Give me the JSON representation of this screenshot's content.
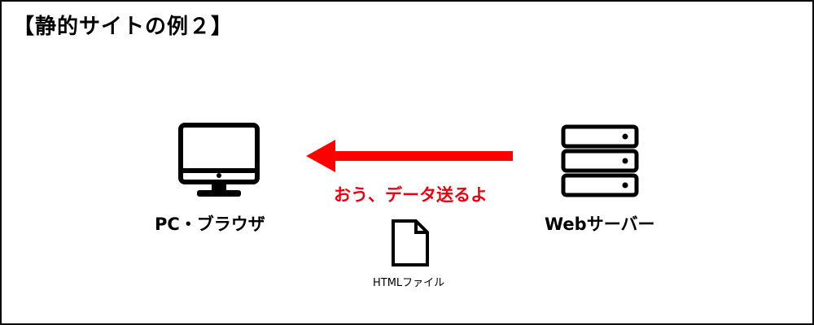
{
  "title": "【静的サイトの例２】",
  "client": {
    "label": "PC・ブラウザ",
    "icon": "monitor-icon"
  },
  "server": {
    "label": "Webサーバー",
    "icon": "server-icon"
  },
  "arrow": {
    "color": "#ff0000",
    "direction": "right-to-left"
  },
  "message": {
    "text": "おう、データ送るよ",
    "color": "#e60012"
  },
  "file": {
    "label": "HTMLファイル",
    "icon": "document-icon"
  }
}
